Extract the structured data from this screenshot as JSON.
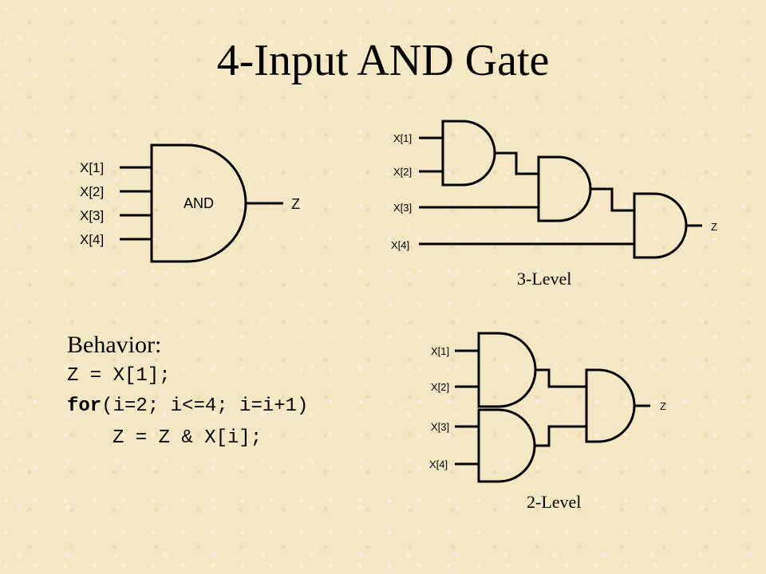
{
  "title": "4-Input AND Gate",
  "single_gate": {
    "inputs": [
      "X[1]",
      "X[2]",
      "X[3]",
      "X[4]"
    ],
    "gate_label": "AND",
    "output": "Z"
  },
  "three_level": {
    "inputs": [
      "X[1]",
      "X[2]",
      "X[3]",
      "X[4]"
    ],
    "output": "Z",
    "caption": "3-Level"
  },
  "two_level": {
    "inputs": [
      "X[1]",
      "X[2]",
      "X[3]",
      "X[4]"
    ],
    "output": "Z",
    "caption": "2-Level"
  },
  "behavior": {
    "label": "Behavior:",
    "line1": "Z = X[1];",
    "line2_keyword": "for",
    "line2_rest": "(i=2; i<=4; i=i+1)",
    "line3": "Z = Z & X[i];"
  }
}
